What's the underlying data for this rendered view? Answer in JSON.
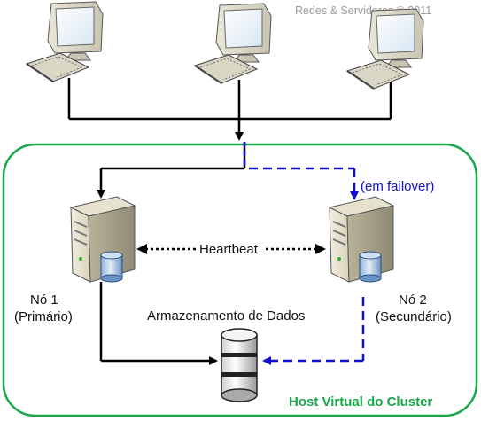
{
  "watermark": "Redes & Servidores © 2011",
  "cluster": {
    "label": "Host Virtual do Cluster",
    "color": "#1aa64a"
  },
  "heartbeat": {
    "label": "Heartbeat"
  },
  "failover": {
    "label": "(em failover)",
    "color": "#1010d0"
  },
  "node1": {
    "name": "Nó 1",
    "role": "(Primário)"
  },
  "node2": {
    "name": "Nó 2",
    "role": "(Secundário)"
  },
  "storage": {
    "label": "Armazenamento de Dados"
  },
  "colors": {
    "line": "#000000",
    "standby": "#1010d0"
  },
  "icons": [
    "desktop-computer-icon",
    "server-icon",
    "database-icon"
  ]
}
